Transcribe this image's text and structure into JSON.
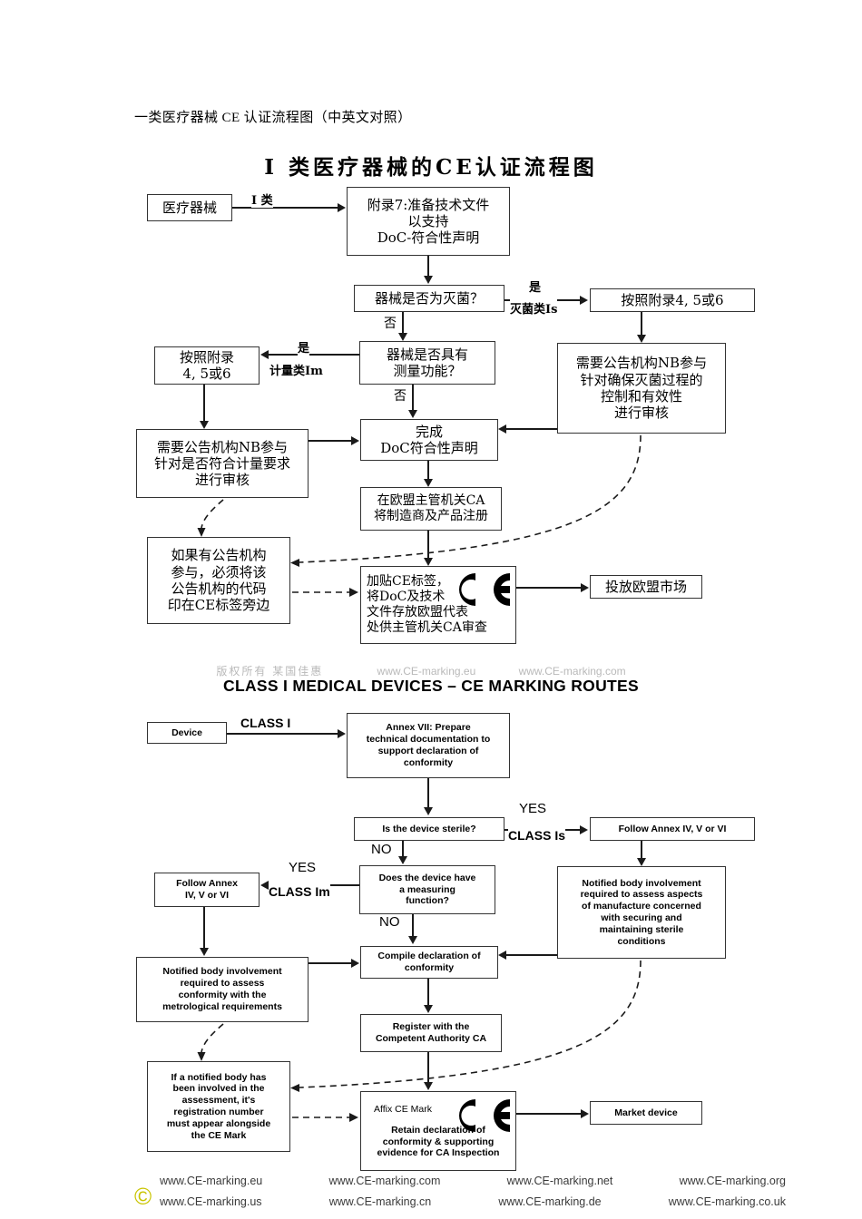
{
  "document": {
    "heading": "一类医疗器械 CE 认证流程图（中英文对照）"
  },
  "chinese_chart": {
    "title": "I 类医疗器械的CE认证流程图",
    "nodes": {
      "device": "医疗器械",
      "annex7": "附录7:准备技术文件\n以支持\nDoC-符合性声明",
      "sterile_q": "器械是否为灭菌？",
      "follow_annex_s": "按照附录4, 5或6",
      "measuring_q": "器械是否具有\n测量功能？",
      "follow_annex_m": "按照附录\n4, 5或6",
      "nb_sterile": "需要公告机构NB参与\n针对确保灭菌过程的\n控制和有效性\n进行审核",
      "nb_metro": "需要公告机构NB参与\n针对是否符合计量要求\n进行审核",
      "compile_doc": "完成\nDoC符合性声明",
      "register_ca": "在欧盟主管机关CA\n将制造商及产品注册",
      "nb_number": "如果有公告机构\n参与，必须将该\n公告机构的代码\n印在CE标签旁边",
      "affix_ce": "加贴CE标签，\n将DoC及技术\n文件存放欧盟代表\n处供主管机关CA审查",
      "market": "投放欧盟市场"
    },
    "edge_labels": {
      "class1": "I 类",
      "sterile_yes": "是",
      "sterile_class": "灭菌类Is",
      "sterile_no": "否",
      "measuring_yes": "是",
      "measuring_class": "计量类Im",
      "measuring_no": "否"
    }
  },
  "english_chart": {
    "title": "CLASS I MEDICAL DEVICES – CE MARKING ROUTES",
    "nodes": {
      "device": "Device",
      "annex7": "Annex VII: Prepare\ntechnical documentation to\nsupport declaration of\nconformity",
      "sterile_q": "Is the device sterile?",
      "follow_annex_s": "Follow Annex IV, V or VI",
      "measuring_q": "Does the device have\na measuring\nfunction?",
      "follow_annex_m": "Follow Annex\nIV, V or VI",
      "nb_sterile": "Notified body involvement\nrequired to assess aspects\nof manufacture concerned\nwith securing and\nmaintaining sterile\nconditions",
      "nb_metro": "Notified body involvement\nrequired to assess\nconformity with the\nmetrological requirements",
      "compile_doc": "Compile declaration of\nconformity",
      "register_ca": "Register with the\nCompetent Authority CA",
      "nb_number": "If a notified body has\nbeen involved in the\nassessment, it's\nregistration number\nmust appear alongside\nthe CE Mark",
      "affix_ce_line1": "Affix CE Mark",
      "affix_ce_rest": "Retain declaration of\nconformity & supporting\nevidence for CA Inspection",
      "market": "Market device"
    },
    "edge_labels": {
      "class1": "CLASS I",
      "sterile_yes": "YES",
      "sterile_class": "CLASS Is",
      "sterile_no": "NO",
      "measuring_yes": "YES",
      "measuring_class": "CLASS Im",
      "measuring_no": "NO"
    }
  },
  "watermark": {
    "chinese": "版权所有 某国佳惠",
    "site1": "www.CE-marking.eu",
    "site2": "www.CE-marking.com"
  },
  "footer": {
    "copyright_symbol": "©",
    "row1": [
      "www.CE-marking.eu",
      "www.CE-marking.com",
      "www.CE-marking.net",
      "www.CE-marking.org"
    ],
    "row2": [
      "www.CE-marking.us",
      "www.CE-marking.cn",
      "www.CE-marking.de",
      "www.CE-marking.co.uk"
    ]
  },
  "colors": {
    "line": "#1a1a1a",
    "box_border": "#333333",
    "background": "#ffffff",
    "watermark": "#b9b9b9",
    "copyright_mark": "#c9c400"
  }
}
